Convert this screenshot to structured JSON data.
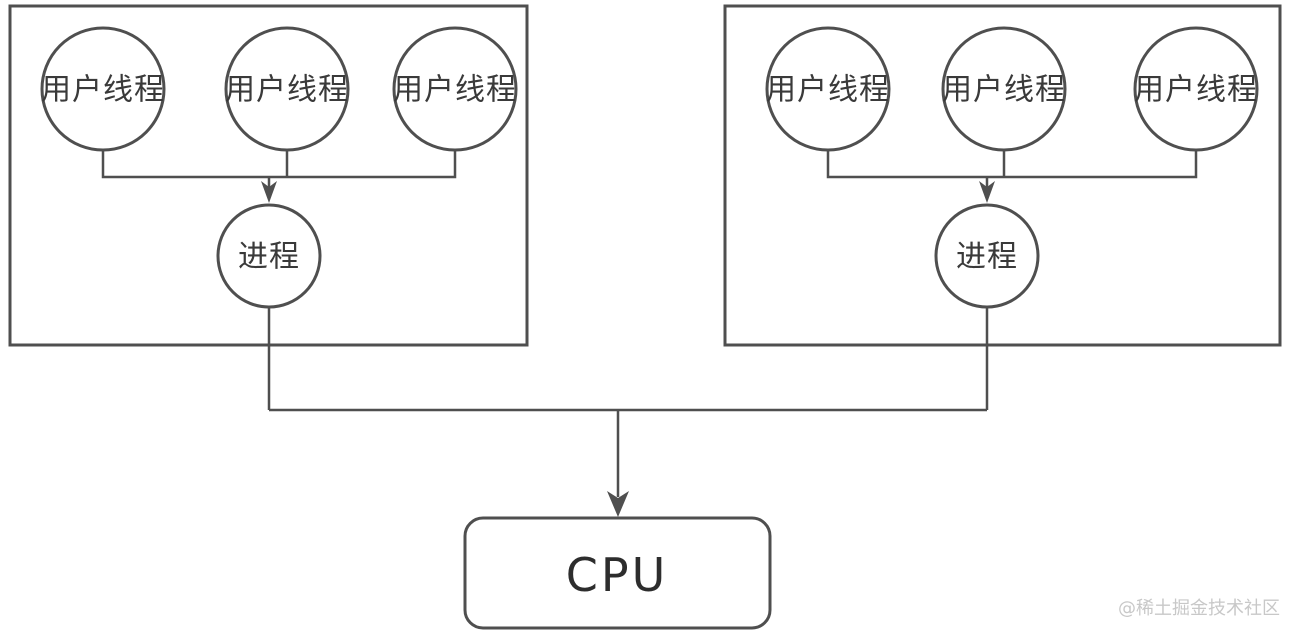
{
  "diagram": {
    "colors": {
      "bg": "#ffffff",
      "stroke": "#4f4f4f",
      "text": "#3a3a3a",
      "cputext": "#2d2d2d",
      "watermark": "#c8c8c8"
    },
    "groups": [
      {
        "threads": [
          "用户线程",
          "用户线程",
          "用户线程"
        ],
        "process": "进程"
      },
      {
        "threads": [
          "用户线程",
          "用户线程",
          "用户线程"
        ],
        "process": "进程"
      }
    ],
    "cpu_label": "CPU",
    "watermark_text": "@稀土掘金技术社区"
  }
}
